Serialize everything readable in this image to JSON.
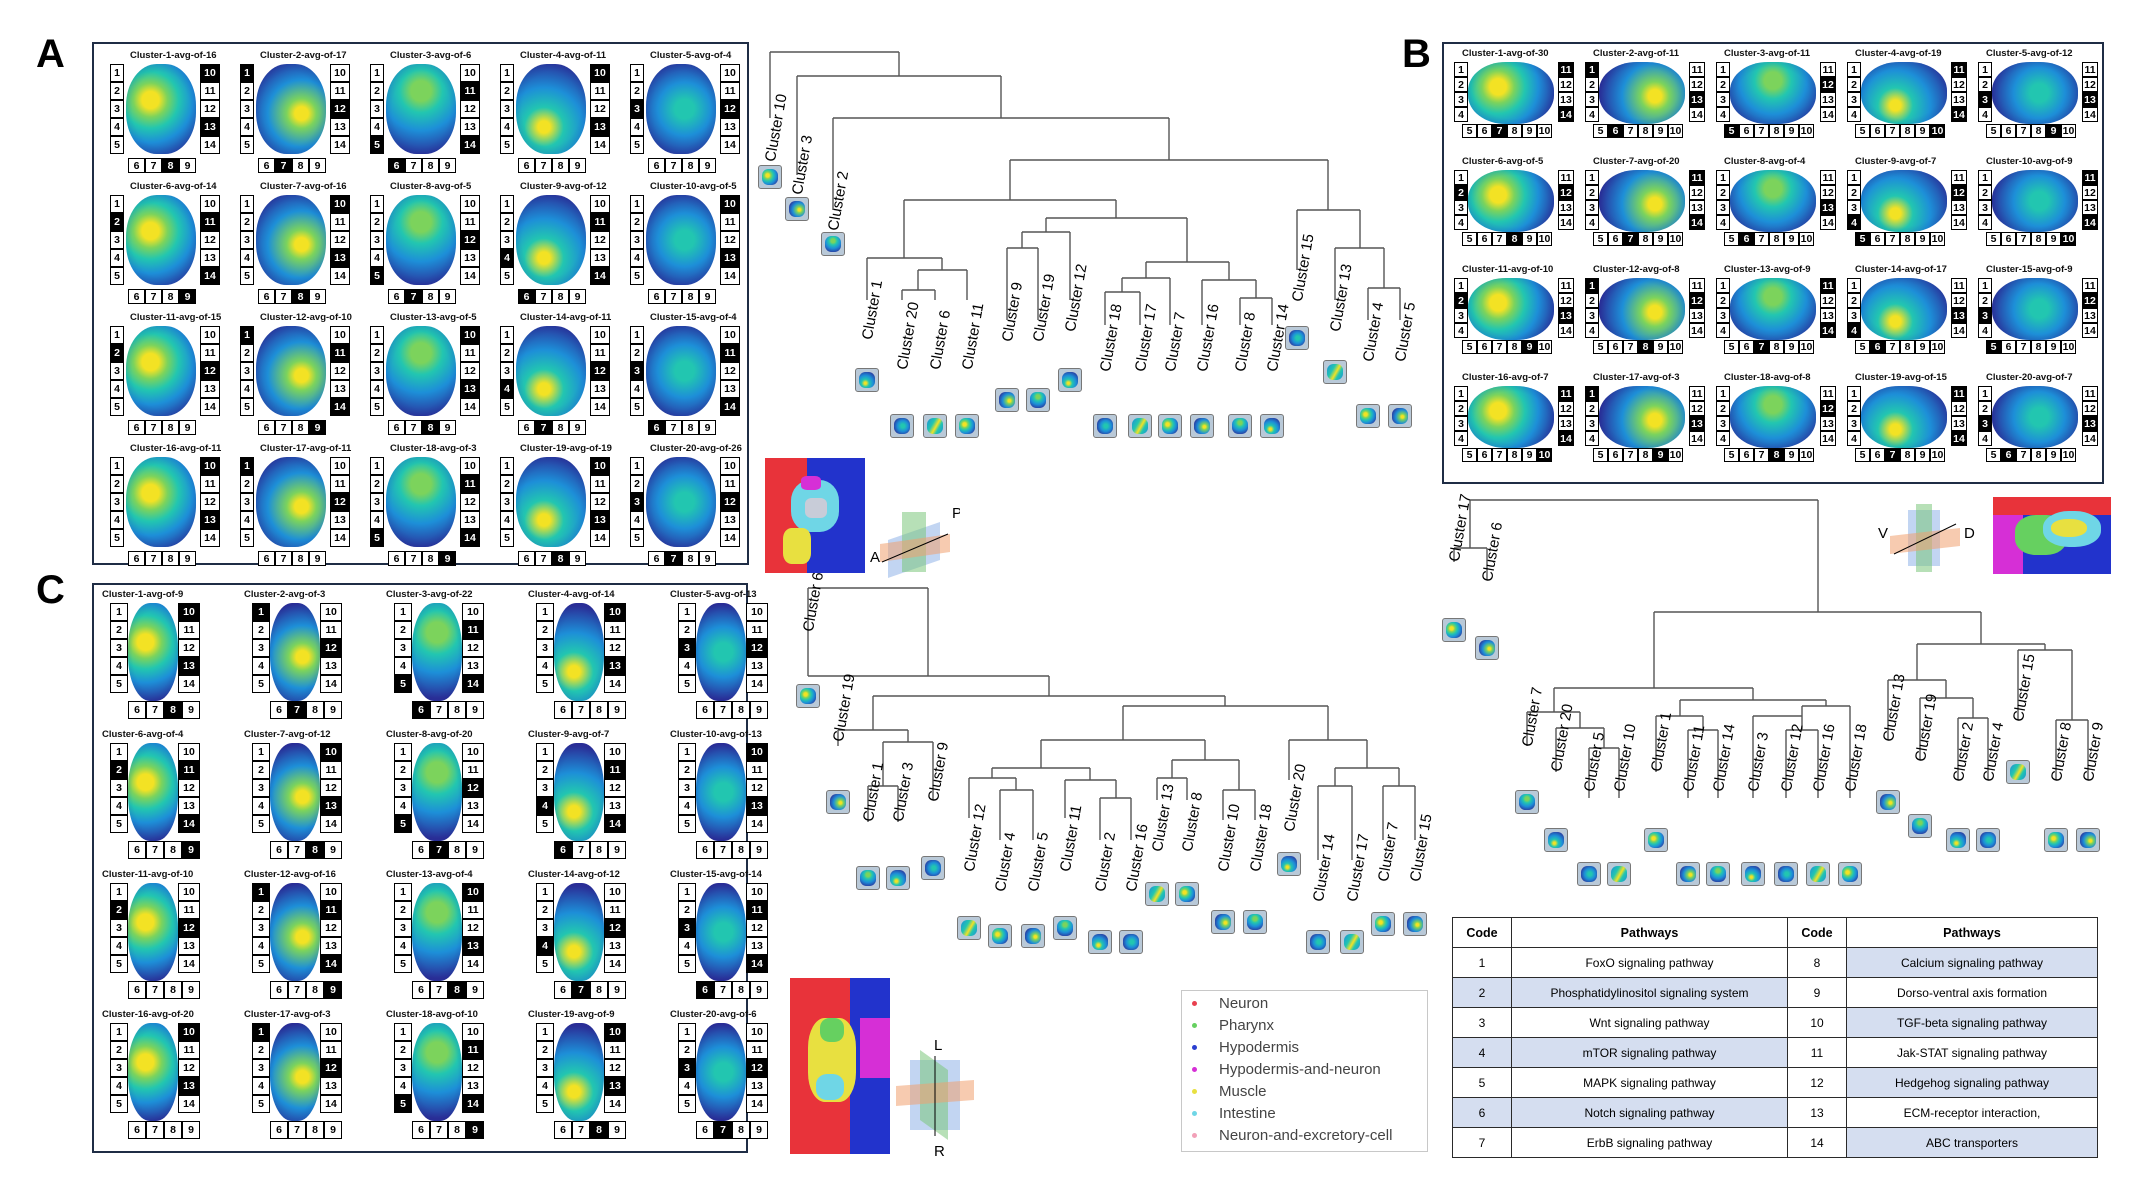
{
  "panel_labels": [
    "A",
    "B",
    "C"
  ],
  "colors": {
    "frame": "#1f2d45",
    "heat_dark": "#2b2f98",
    "heat_mid": "#1d8fd8",
    "heat_cyan": "#22c6b0",
    "heat_green": "#7cd35c",
    "heat_yellow": "#f3e224"
  },
  "panel_a": {
    "titles": [
      "Cluster-1-avg-of-16",
      "Cluster-2-avg-of-17",
      "Cluster-3-avg-of-6",
      "Cluster-4-avg-of-11",
      "Cluster-5-avg-of-4",
      "Cluster-6-avg-of-14",
      "Cluster-7-avg-of-16",
      "Cluster-8-avg-of-5",
      "Cluster-9-avg-of-12",
      "Cluster-10-avg-of-5",
      "Cluster-11-avg-of-15",
      "Cluster-12-avg-of-10",
      "Cluster-13-avg-of-5",
      "Cluster-14-avg-of-11",
      "Cluster-15-avg-of-4",
      "Cluster-16-avg-of-11",
      "Cluster-17-avg-of-11",
      "Cluster-18-avg-of-3",
      "Cluster-19-avg-of-19",
      "Cluster-20-avg-of-26"
    ],
    "left_codes": [
      "1",
      "2",
      "3",
      "4",
      "5"
    ],
    "right_codes": [
      "10",
      "11",
      "12",
      "13",
      "14"
    ],
    "bottom_codes": [
      "6",
      "7",
      "8",
      "9"
    ],
    "tree_leaves": [
      "Cluster 10",
      "Cluster 3",
      "Cluster 2",
      "Cluster 1",
      "Cluster 20",
      "Cluster 6",
      "Cluster 11",
      "Cluster 9",
      "Cluster 19",
      "Cluster 12",
      "Cluster 18",
      "Cluster 17",
      "Cluster 7",
      "Cluster 16",
      "Cluster 8",
      "Cluster 14",
      "Cluster 15",
      "Cluster 13",
      "Cluster 4",
      "Cluster 5"
    ],
    "axis_labels": [
      "P",
      "A"
    ]
  },
  "panel_b": {
    "titles": [
      "Cluster-1-avg-of-30",
      "Cluster-2-avg-of-11",
      "Cluster-3-avg-of-11",
      "Cluster-4-avg-of-19",
      "Cluster-5-avg-of-12",
      "Cluster-6-avg-of-5",
      "Cluster-7-avg-of-20",
      "Cluster-8-avg-of-4",
      "Cluster-9-avg-of-7",
      "Cluster-10-avg-of-9",
      "Cluster-11-avg-of-10",
      "Cluster-12-avg-of-8",
      "Cluster-13-avg-of-9",
      "Cluster-14-avg-of-17",
      "Cluster-15-avg-of-9",
      "Cluster-16-avg-of-7",
      "Cluster-17-avg-of-3",
      "Cluster-18-avg-of-8",
      "Cluster-19-avg-of-15",
      "Cluster-20-avg-of-7"
    ],
    "left_codes": [
      "1",
      "2",
      "3",
      "4"
    ],
    "right_codes": [
      "11",
      "12",
      "13",
      "14"
    ],
    "bottom_codes": [
      "5",
      "6",
      "7",
      "8",
      "9",
      "10"
    ],
    "tree_leaves": [
      "Cluster 17",
      "Cluster 6",
      "Cluster 7",
      "Cluster 20",
      "Cluster 5",
      "Cluster 10",
      "Cluster 1",
      "Cluster 11",
      "Cluster 14",
      "Cluster 3",
      "Cluster 12",
      "Cluster 16",
      "Cluster 18",
      "Cluster 13",
      "Cluster 19",
      "Cluster 2",
      "Cluster 4",
      "Cluster 15",
      "Cluster 8",
      "Cluster 9"
    ],
    "axis_labels": [
      "V",
      "D"
    ]
  },
  "panel_c": {
    "titles": [
      "Cluster-1-avg-of-9",
      "Cluster-2-avg-of-3",
      "Cluster-3-avg-of-22",
      "Cluster-4-avg-of-14",
      "Cluster-5-avg-of-13",
      "Cluster-6-avg-of-4",
      "Cluster-7-avg-of-12",
      "Cluster-8-avg-of-20",
      "Cluster-9-avg-of-7",
      "Cluster-10-avg-of-13",
      "Cluster-11-avg-of-10",
      "Cluster-12-avg-of-16",
      "Cluster-13-avg-of-4",
      "Cluster-14-avg-of-12",
      "Cluster-15-avg-of-14",
      "Cluster-16-avg-of-20",
      "Cluster-17-avg-of-3",
      "Cluster-18-avg-of-10",
      "Cluster-19-avg-of-9",
      "Cluster-20-avg-of-6"
    ],
    "left_codes": [
      "1",
      "2",
      "3",
      "4",
      "5"
    ],
    "right_codes": [
      "10",
      "11",
      "12",
      "13",
      "14"
    ],
    "bottom_codes": [
      "6",
      "7",
      "8",
      "9"
    ],
    "tree_leaves": [
      "Cluster 6",
      "Cluster 19",
      "Cluster 1",
      "Cluster 3",
      "Cluster 9",
      "Cluster 12",
      "Cluster 4",
      "Cluster 5",
      "Cluster 11",
      "Cluster 2",
      "Cluster 16",
      "Cluster 13",
      "Cluster 8",
      "Cluster 10",
      "Cluster 18",
      "Cluster 20",
      "Cluster 14",
      "Cluster 17",
      "Cluster 7",
      "Cluster 15"
    ],
    "axis_labels": [
      "L",
      "R"
    ]
  },
  "legend": {
    "items": [
      {
        "label": "Neuron",
        "color": "#e8404f"
      },
      {
        "label": "Pharynx",
        "color": "#66d060"
      },
      {
        "label": "Hypodermis",
        "color": "#2b3fd0"
      },
      {
        "label": "Hypodermis-and-neuron",
        "color": "#d62fd6"
      },
      {
        "label": "Muscle",
        "color": "#e8e040"
      },
      {
        "label": "Intestine",
        "color": "#6fd6e6"
      },
      {
        "label": "Neuron-and-excretory-cell",
        "color": "#f2a0b8"
      }
    ]
  },
  "table": {
    "headers": [
      "Code",
      "Pathways",
      "Code",
      "Pathways"
    ],
    "rows": [
      [
        "1",
        "FoxO signaling pathway",
        "8",
        "Calcium signaling pathway"
      ],
      [
        "2",
        "Phosphatidylinositol signaling system",
        "9",
        "Dorso-ventral axis formation"
      ],
      [
        "3",
        "Wnt signaling pathway",
        "10",
        "TGF-beta signaling pathway"
      ],
      [
        "4",
        "mTOR signaling pathway",
        "11",
        "Jak-STAT signaling pathway"
      ],
      [
        "5",
        "MAPK signaling pathway",
        "12",
        "Hedgehog signaling pathway"
      ],
      [
        "6",
        "Notch signaling pathway",
        "13",
        "ECM-receptor interaction,"
      ],
      [
        "7",
        "ErbB signaling pathway",
        "14",
        "ABC transporters"
      ]
    ]
  }
}
